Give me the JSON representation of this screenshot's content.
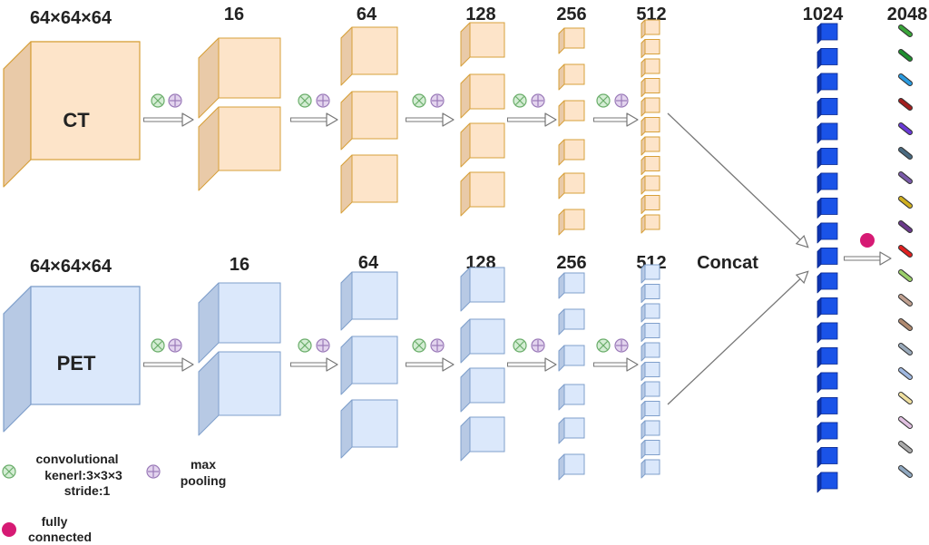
{
  "colors": {
    "ct_face": "#fde4c9",
    "ct_side": "#e9caa8",
    "ct_stroke": "#d7a03a",
    "pet_face": "#dbe8fb",
    "pet_side": "#b7c9e4",
    "pet_stroke": "#7f9fcb",
    "fc_dot": "#d61a74",
    "conv_fill": "#d4edd4",
    "conv_stroke": "#6aad6a",
    "pool_fill": "#e3d4ee",
    "pool_stroke": "#9a7ab8",
    "feat_cube_face": "#1a53e8",
    "feat_cube_side": "#0d34b0",
    "arrow_stroke": "#777777"
  },
  "branches": [
    {
      "id": "ct",
      "input_size_label": "64×64×64",
      "input_label": "CT",
      "stage_labels": [
        "16",
        "64",
        "128",
        "256",
        "512"
      ]
    },
    {
      "id": "pet",
      "input_size_label": "64×64×64",
      "input_label": "PET",
      "stage_labels": [
        "16",
        "64",
        "128",
        "256",
        "512"
      ]
    }
  ],
  "concat_label": "Concat",
  "fusion_label": "1024",
  "output_label": "2048",
  "output_bar_colors": [
    "#3aa53a",
    "#1f8f2f",
    "#2b9be0",
    "#a31f1f",
    "#6a3ad6",
    "#4a6a80",
    "#7a5aa8",
    "#d0b020",
    "#6a3a8a",
    "#e02020",
    "#9bd06a",
    "#c0a090",
    "#b08a70",
    "#9aaabb",
    "#a0b8e0",
    "#f0e0a0",
    "#e0c0e0",
    "#aaaaaa",
    "#90a8c0"
  ],
  "legend": {
    "conv_line1": "convolutional",
    "conv_line2": "kenerl:3×3×3",
    "conv_line3": "stride:1",
    "pool_line1": "max",
    "pool_line2": "pooling",
    "fc_line1": "fully",
    "fc_line2": "connected"
  }
}
